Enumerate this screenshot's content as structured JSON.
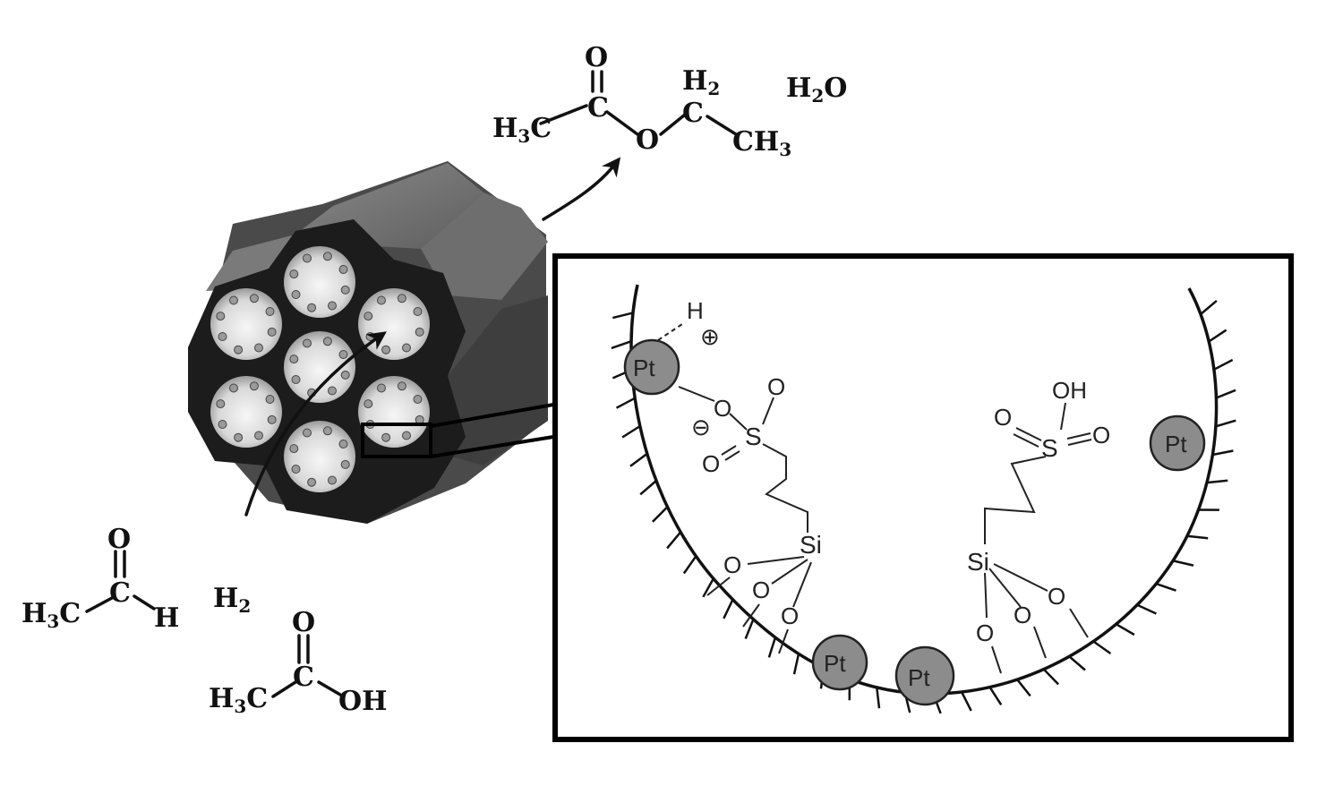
{
  "product": {
    "ethyl_acetate": {
      "H3C": "H",
      "H3C_sub": "3",
      "H3C_tail": "C",
      "C": "C",
      "O_double": "O",
      "O_ester": "O",
      "CH2": "H",
      "CH2_sub": "2",
      "CH2_C": "C",
      "CH3": "CH",
      "CH3_sub": "3"
    },
    "water": {
      "H": "H",
      "sub": "2",
      "O": "O"
    }
  },
  "reactants": {
    "acetaldehyde": {
      "H3C": "H",
      "H3C_sub": "3",
      "H3C_tail": "C",
      "C": "C",
      "O": "O",
      "H": "H"
    },
    "hydrogen": {
      "H": "H",
      "sub": "2"
    },
    "acetic_acid": {
      "H3C": "H",
      "H3C_sub": "3",
      "H3C_tail": "C",
      "C": "C",
      "O": "O",
      "OH": "OH"
    }
  },
  "inset": {
    "proton": {
      "H": "H",
      "charge": "⊕"
    },
    "pt_labels": [
      "Pt",
      "Pt",
      "Pt",
      "Pt"
    ],
    "left_group": {
      "S": "S",
      "O1": "O",
      "O2": "O",
      "O_minus": "O",
      "charge": "⊖",
      "Si": "Si",
      "SiO1": "O",
      "SiO2": "O",
      "SiO3": "O"
    },
    "right_group": {
      "S": "S",
      "OH": "OH",
      "O1": "O",
      "O2": "O",
      "Si": "Si",
      "SiO1": "O",
      "SiO2": "O",
      "SiO3": "O"
    }
  },
  "colors": {
    "pt_fill": "#8c8c8c",
    "prism_dark": "#3a3a3a",
    "prism_mid": "#5a5a5a",
    "pore_light": "#f2f2f2"
  }
}
